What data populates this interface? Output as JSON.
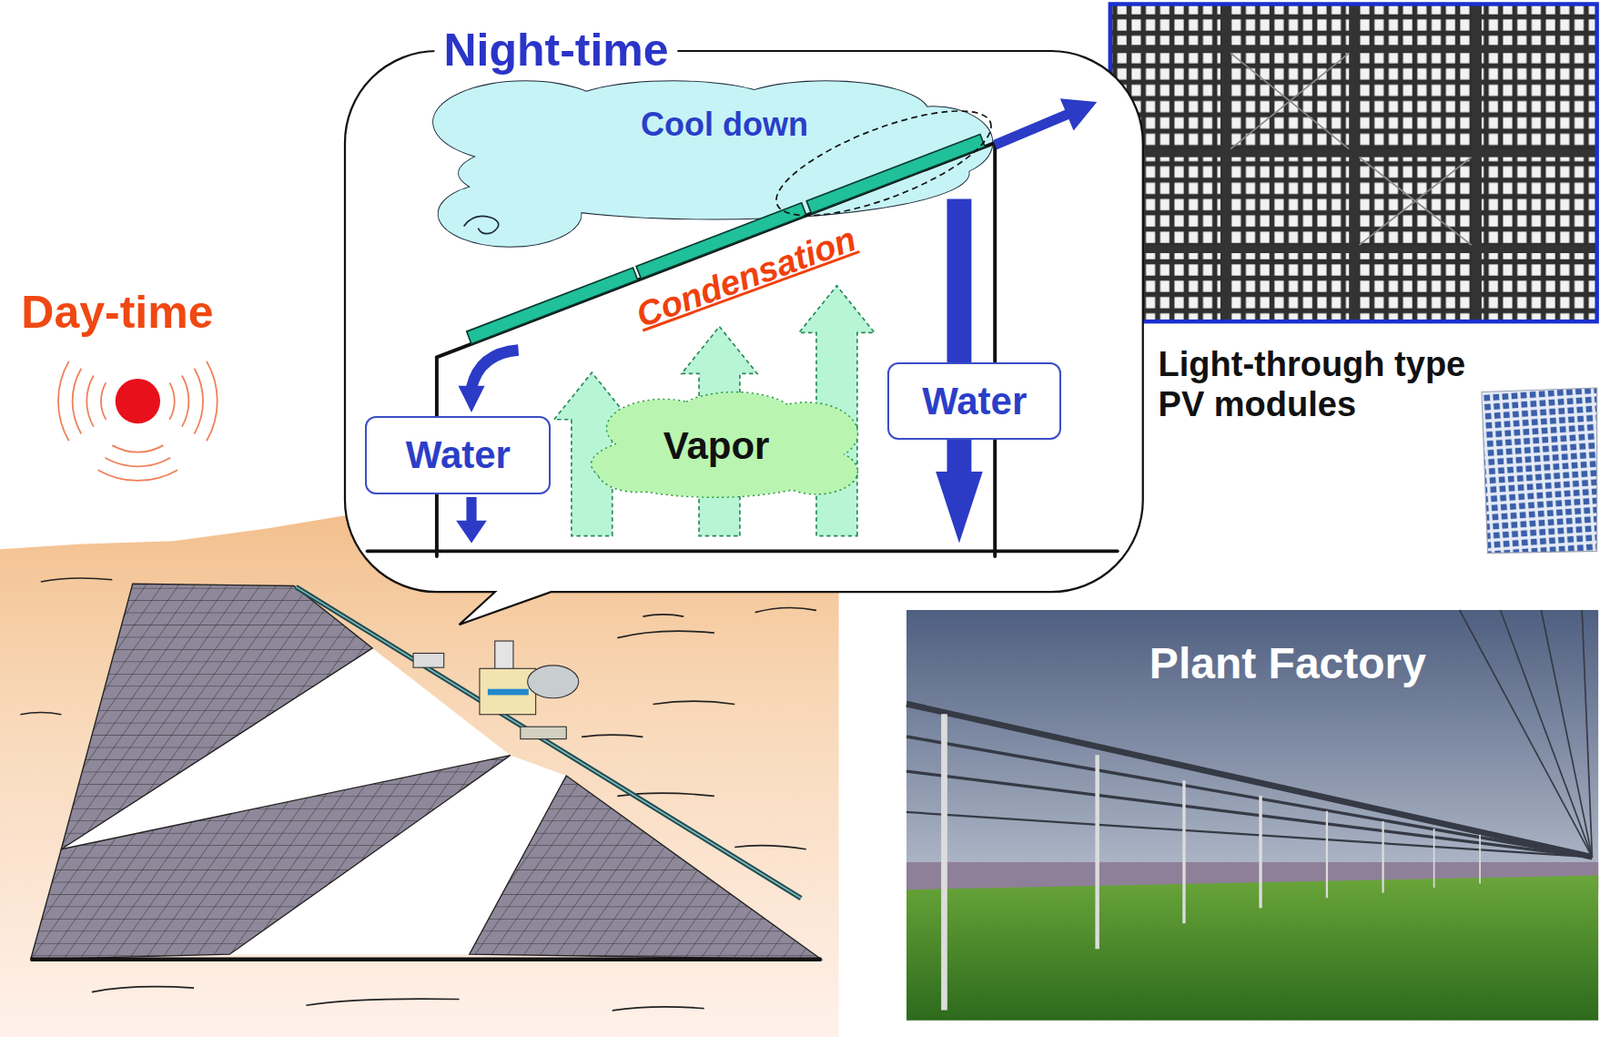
{
  "diagram": {
    "nodes": [
      {
        "text": [
          "Night-time"
        ]
      },
      {
        "text": [
          "Cool down"
        ],
        "in": 0
      },
      {
        "text": [
          "Water"
        ],
        "in": 0
      },
      {
        "text": [
          "Vapor"
        ],
        "in": 0
      },
      {
        "text": [
          "Water"
        ],
        "in": 0
      },
      {
        "text": [
          "Plant Factory"
        ]
      }
    ],
    "labels": [
      "Day-time",
      "Condensation",
      "Light-through type PV modules"
    ]
  }
}
